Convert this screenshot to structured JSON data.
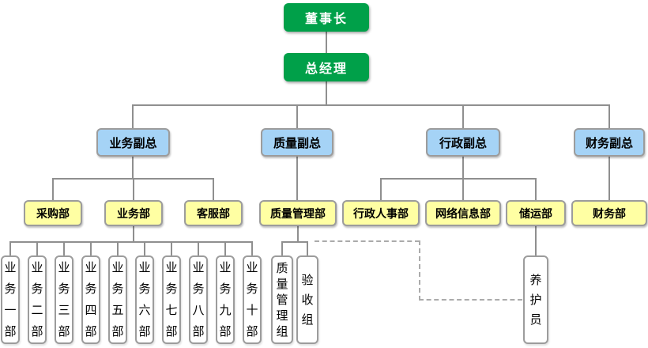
{
  "diagram": {
    "type": "org-chart",
    "level1": {
      "chairman": "董事长"
    },
    "level2": {
      "general_manager": "总经理"
    },
    "level3": {
      "business_vp": "业务副总",
      "quality_vp": "质量副总",
      "admin_vp": "行政副总",
      "finance_vp": "财务副总"
    },
    "level4": {
      "purchasing": "采购部",
      "business": "业务部",
      "customer_service": "客服部",
      "quality_management": "质量管理部",
      "admin_hr": "行政人事部",
      "network_info": "网络信息部",
      "storage_transport": "储运部",
      "finance": "财务部"
    },
    "level5": {
      "business_units": [
        "业务一部",
        "业务二部",
        "业务三部",
        "业务四部",
        "业务五部",
        "业务六部",
        "业务七部",
        "业务八部",
        "业务九部",
        "业务十部"
      ],
      "quality_group": "质量管理组",
      "acceptance_group": "验收组",
      "maintenance_staff": "养护员"
    },
    "edges": {
      "solid": "reporting line",
      "dashed": "dotted-line relationship between quality groups and maintenance staff"
    }
  },
  "colors": {
    "executive_green": "#00A049",
    "vp_blue": "#A5D3F6",
    "dept_yellow": "#FFFFA3",
    "unit_white": "#FFFFFF",
    "box_border_gray": "#9C9C9C",
    "connector_gray": "#8F8F8F",
    "dashed_gray": "#ABABAB"
  }
}
